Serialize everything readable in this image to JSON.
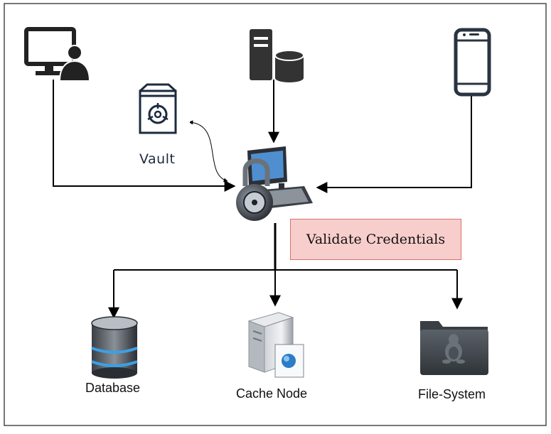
{
  "nodes": {
    "vault": {
      "label": "Vault"
    },
    "validate": {
      "label": "Validate Credentials",
      "fill": "#f8cecc",
      "stroke": "#d9706d"
    },
    "database": {
      "label": "Database"
    },
    "cache": {
      "label": "Cache Node"
    },
    "filesystem": {
      "label": "File-System"
    }
  },
  "icons": {
    "user_workstation": "desktop-user-icon",
    "server_db": "server-database-icon",
    "mobile": "mobile-phone-icon",
    "vault": "vault-safe-icon",
    "secure_computer": "padlock-computer-icon",
    "database": "database-cylinder-icon",
    "cache": "server-tower-icon",
    "filesystem": "linux-folder-icon"
  },
  "colors": {
    "frame": "#4a4a4a",
    "lines": "#000000",
    "icon_dark": "#222222"
  }
}
